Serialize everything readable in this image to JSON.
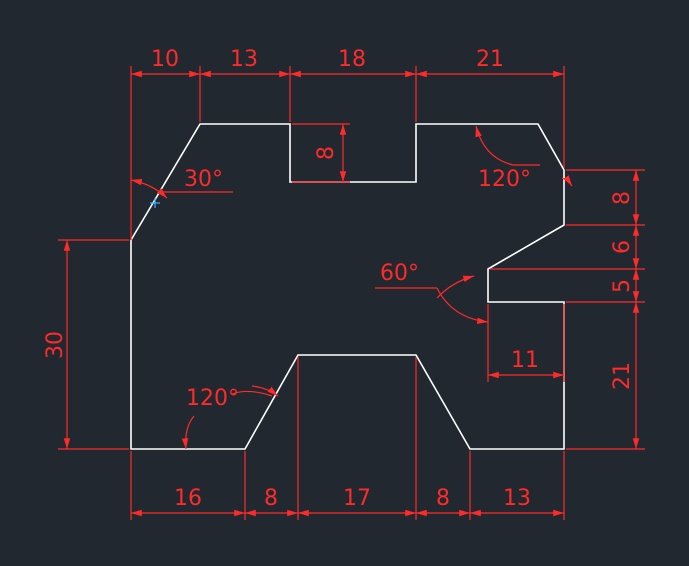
{
  "colors": {
    "background": "#212830",
    "outline": "#ffffff",
    "dimension": "#ff2a2a",
    "marker": "#3fa9ff"
  },
  "top_dims": [
    "10",
    "13",
    "18",
    "21"
  ],
  "bottom_dims": [
    "16",
    "8",
    "17",
    "8",
    "13"
  ],
  "right_dims": [
    "8",
    "6",
    "5",
    "21"
  ],
  "left_dims": [
    "30"
  ],
  "inner_dims": {
    "slot_depth": "8",
    "notch_width": "11"
  },
  "angles": {
    "top_left": "30°",
    "top_right": "120°",
    "notch": "60°",
    "bottom_left": "120°"
  },
  "icons": {
    "cursor_marker": "crosshair-icon"
  }
}
